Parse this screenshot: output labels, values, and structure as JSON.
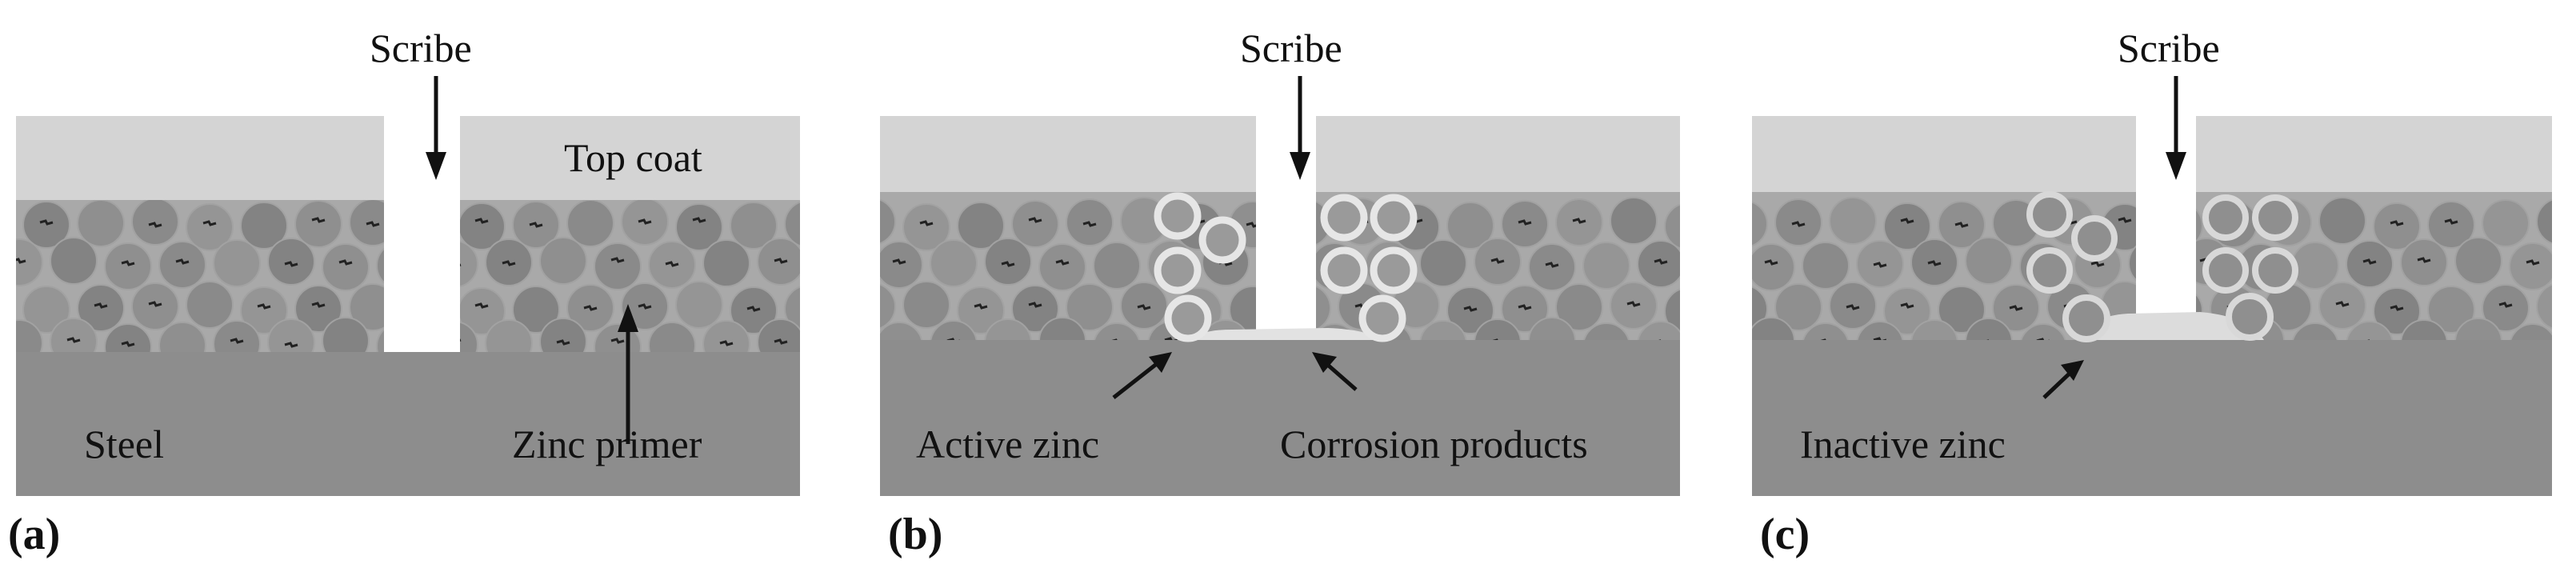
{
  "panels": [
    {
      "id": "a",
      "panel_label": "(a)",
      "labels": {
        "scribe": "Scribe",
        "top_coat": "Top coat",
        "steel": "Steel",
        "zinc_primer": "Zinc primer"
      }
    },
    {
      "id": "b",
      "panel_label": "(b)",
      "labels": {
        "scribe": "Scribe",
        "active_zinc": "Active zinc",
        "corrosion_products": "Corrosion products"
      }
    },
    {
      "id": "c",
      "panel_label": "(c)",
      "labels": {
        "scribe": "Scribe",
        "inactive_zinc": "Inactive zinc"
      }
    }
  ],
  "colors": {
    "top_coat": "#d4d4d4",
    "primer": "#a9a9a9",
    "zinc_particle": "#8a8a8a",
    "steel": "#8d8d8d",
    "active_zinc_ring": "#e6e6e6",
    "corrosion_products": "#e2e2e2"
  }
}
